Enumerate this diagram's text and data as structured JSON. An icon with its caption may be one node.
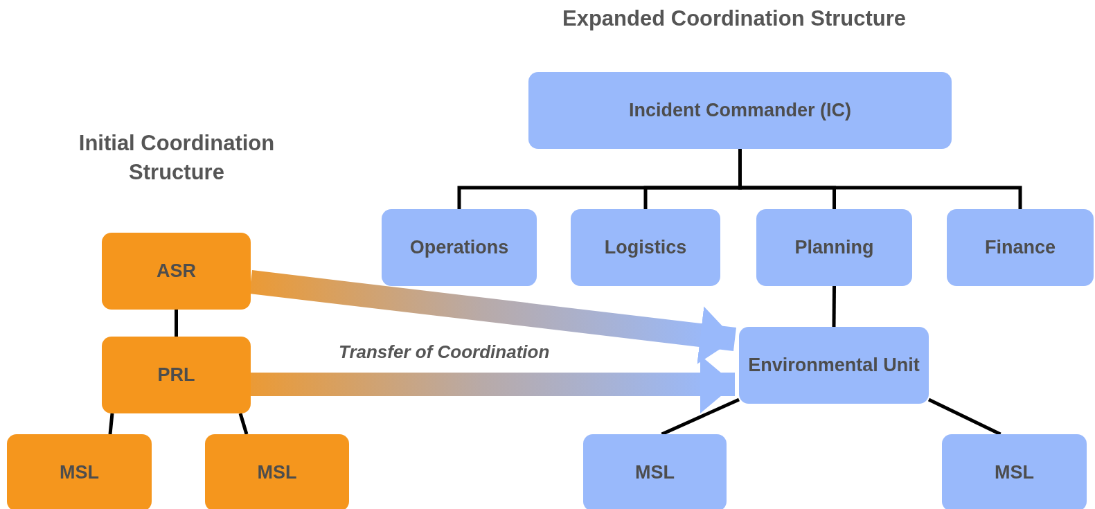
{
  "diagram": {
    "nodes": [
      {
        "text": [
          "Incident Commander (IC)"
        ]
      },
      {
        "text": [
          "Operations"
        ]
      },
      {
        "text": [
          "Logistics"
        ]
      },
      {
        "text": [
          "Planning"
        ]
      },
      {
        "text": [
          "Finance"
        ]
      },
      {
        "text": [
          "ASR"
        ]
      },
      {
        "text": [
          "Environmental Unit"
        ]
      },
      {
        "text": [
          "PRL"
        ]
      },
      {
        "text": [
          "MSL"
        ]
      },
      {
        "text": [
          "MSL"
        ]
      },
      {
        "text": [
          "MSL"
        ]
      },
      {
        "text": [
          "MSL"
        ]
      }
    ],
    "edges": [
      {
        "from": 0,
        "to": 1,
        "arrow": "none"
      },
      {
        "from": 0,
        "to": 2,
        "arrow": "none"
      },
      {
        "from": 0,
        "to": 3,
        "arrow": "none"
      },
      {
        "from": 0,
        "to": 4,
        "arrow": "none"
      },
      {
        "from": 3,
        "to": 6,
        "arrow": "none"
      },
      {
        "from": 6,
        "to": 10,
        "arrow": "none"
      },
      {
        "from": 6,
        "to": 11,
        "arrow": "none"
      },
      {
        "from": 5,
        "to": 7,
        "arrow": "none"
      },
      {
        "from": 7,
        "to": 8,
        "arrow": "none"
      },
      {
        "from": 7,
        "to": 9,
        "arrow": "none"
      },
      {
        "from": 5,
        "to": 6,
        "arrow": "to",
        "style": "thick"
      },
      {
        "from": 7,
        "to": 6,
        "arrow": "to",
        "style": "thick",
        "label": "Transfer of Coordination"
      }
    ],
    "labels": [
      "Expanded Coordination Structure",
      "Initial Coordination Structure"
    ]
  }
}
